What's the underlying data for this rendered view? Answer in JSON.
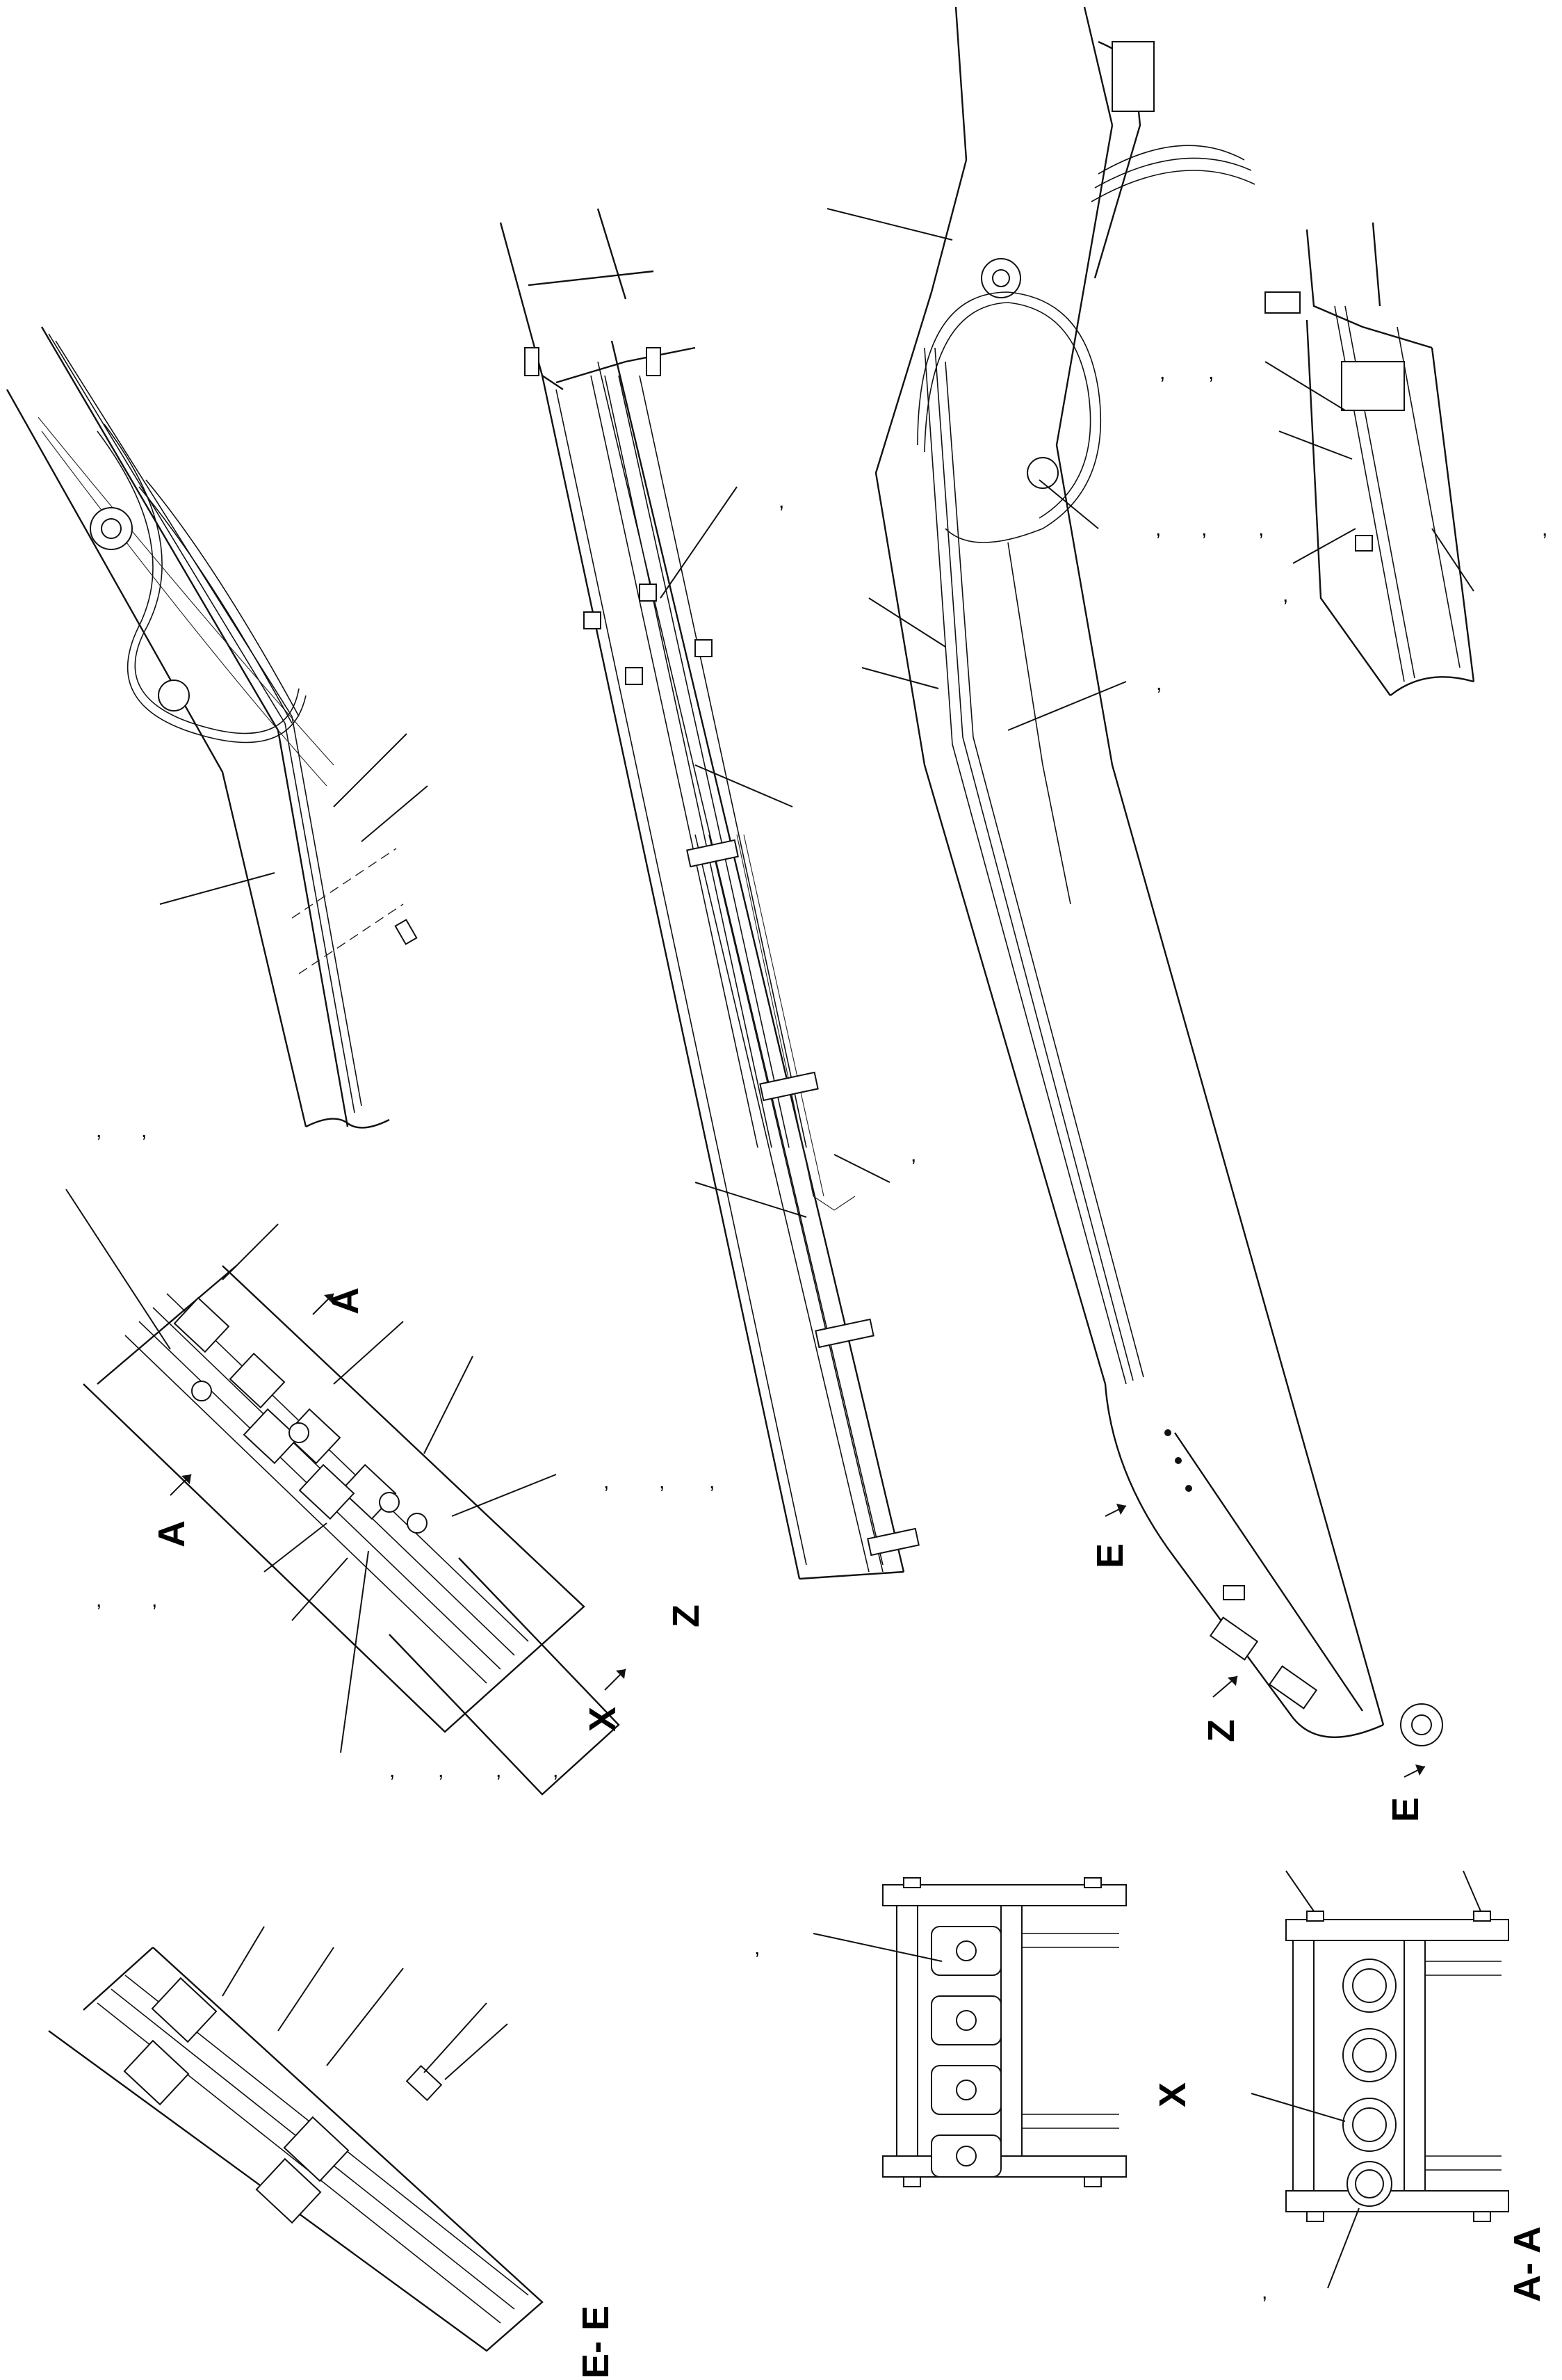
{
  "views": {
    "z": "Z",
    "x": "X",
    "aa": "A- A",
    "ee": "E- E"
  },
  "section_marks": {
    "a": "A",
    "e": "E",
    "x": "X",
    "z": "Z"
  },
  "separator": ","
}
